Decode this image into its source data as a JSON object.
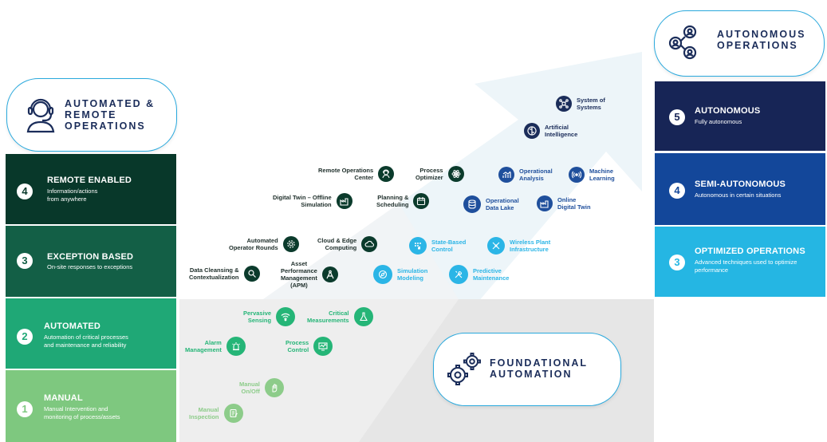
{
  "colors": {
    "level1": "#7ec87f",
    "level2": "#1fa876",
    "level3": "#135f46",
    "level4": "#08382a",
    "auto3": "#25b6e3",
    "auto4": "#13479a",
    "auto5": "#172556",
    "arrow": "#eef5f8",
    "foundation": "#e6e6e6",
    "pill_border": "#2aa9dd"
  },
  "callouts": {
    "remote": "AUTOMATED &\nREMOTE\nOPERATIONS",
    "autonomous": "AUTONOMOUS\nOPERATIONS",
    "foundational": "FOUNDATIONAL\nAUTOMATION",
    "remote_icon": "operator-headset-icon",
    "autonomous_icon": "network-people-icon",
    "foundational_icon": "gears-icon"
  },
  "left_levels": [
    {
      "num": "4",
      "title": "REMOTE ENABLED",
      "subtitle": "Information/actions\nfrom anywhere"
    },
    {
      "num": "3",
      "title": "EXCEPTION BASED",
      "subtitle": "On-site responses to exceptions"
    },
    {
      "num": "2",
      "title": "AUTOMATED",
      "subtitle": "Automation of critical processes\nand maintenance and reliability"
    },
    {
      "num": "1",
      "title": "MANUAL",
      "subtitle": "Manual Intervention and\nmonitoring of process/assets"
    }
  ],
  "right_levels": [
    {
      "num": "5",
      "title": "AUTONOMOUS",
      "subtitle": "Fully autonomous"
    },
    {
      "num": "4",
      "title": "SEMI-AUTONOMOUS",
      "subtitle": "Autonomous in certain situations"
    },
    {
      "num": "3",
      "title": "OPTIMIZED OPERATIONS",
      "subtitle": "Advanced techniques used to optimize\nperformance"
    }
  ],
  "nodes": [
    {
      "label": "System of\nSystems",
      "icon": "network-icon"
    },
    {
      "label": "Artificial\nIntelligence",
      "icon": "ai-brain-icon"
    },
    {
      "label": "Operational\nAnalysis",
      "icon": "analytics-chart-icon"
    },
    {
      "label": "Machine\nLearning",
      "icon": "signal-icon"
    },
    {
      "label": "Operational\nData Lake",
      "icon": "database-icon"
    },
    {
      "label": "Online\nDigital Twin",
      "icon": "factory-icon"
    },
    {
      "label": "Remote Operations\nCenter",
      "icon": "operator-icon"
    },
    {
      "label": "Process\nOptimizer",
      "icon": "atom-icon"
    },
    {
      "label": "Digital Twin – Offline\nSimulation",
      "icon": "factory-icon"
    },
    {
      "label": "Planning &\nScheduling",
      "icon": "calendar-icon"
    },
    {
      "label": "Automated\nOperator Rounds",
      "icon": "gear-icon"
    },
    {
      "label": "Cloud & Edge\nComputing",
      "icon": "cloud-icon"
    },
    {
      "label": "State-Based\nControl",
      "icon": "control-panel-icon"
    },
    {
      "label": "Wireless Plant\nInfrastructure",
      "icon": "wireless-icon"
    },
    {
      "label": "Data Cleansing &\nContextualization",
      "icon": "magnifier-icon"
    },
    {
      "label": "Asset\nPerformance\nManagement\n(APM)",
      "icon": "compass-icon"
    },
    {
      "label": "Simulation\nModeling",
      "icon": "compass-dial-icon"
    },
    {
      "label": "Predictive\nMaintenance",
      "icon": "wrench-icon"
    },
    {
      "label": "Pervasive\nSensing",
      "icon": "wifi-icon"
    },
    {
      "label": "Critical\nMeasurements",
      "icon": "flask-icon"
    },
    {
      "label": "Alarm\nManagement",
      "icon": "alarm-icon"
    },
    {
      "label": "Process\nControl",
      "icon": "monitor-icon"
    },
    {
      "label": "Manual\nOn/Off",
      "icon": "hand-icon"
    },
    {
      "label": "Manual\nInspection",
      "icon": "clipboard-icon"
    }
  ]
}
